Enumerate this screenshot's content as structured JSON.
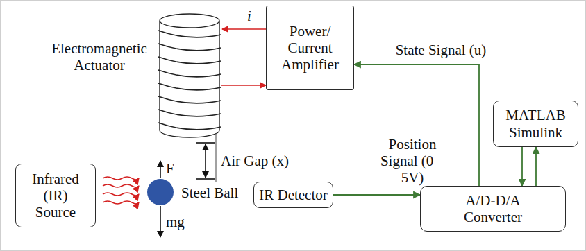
{
  "diagram": {
    "nodes": [
      {
        "text": [
          "Power/ Current Amplifier"
        ]
      },
      {
        "text": [
          "MATLAB Simulink"
        ]
      },
      {
        "text": [
          "Infrared (IR) Source"
        ]
      },
      {
        "text": [
          "IR Detector"
        ]
      },
      {
        "text": [
          "A/D-D/A Converter"
        ]
      }
    ],
    "edges": [
      {
        "from": 4,
        "to": 0,
        "arrow": "to",
        "label": "State Signal (u)"
      },
      {
        "from": 3,
        "to": 4,
        "arrow": "to",
        "label": "Position Signal (0 – 5V)"
      },
      {
        "from": 1,
        "to": 4,
        "arrow": "to"
      },
      {
        "from": 4,
        "to": 1,
        "arrow": "to"
      }
    ],
    "labels": [
      "Electromagnetic Actuator",
      "i",
      "Air Gap (x)",
      "F",
      "Steel Ball",
      "mg"
    ]
  }
}
